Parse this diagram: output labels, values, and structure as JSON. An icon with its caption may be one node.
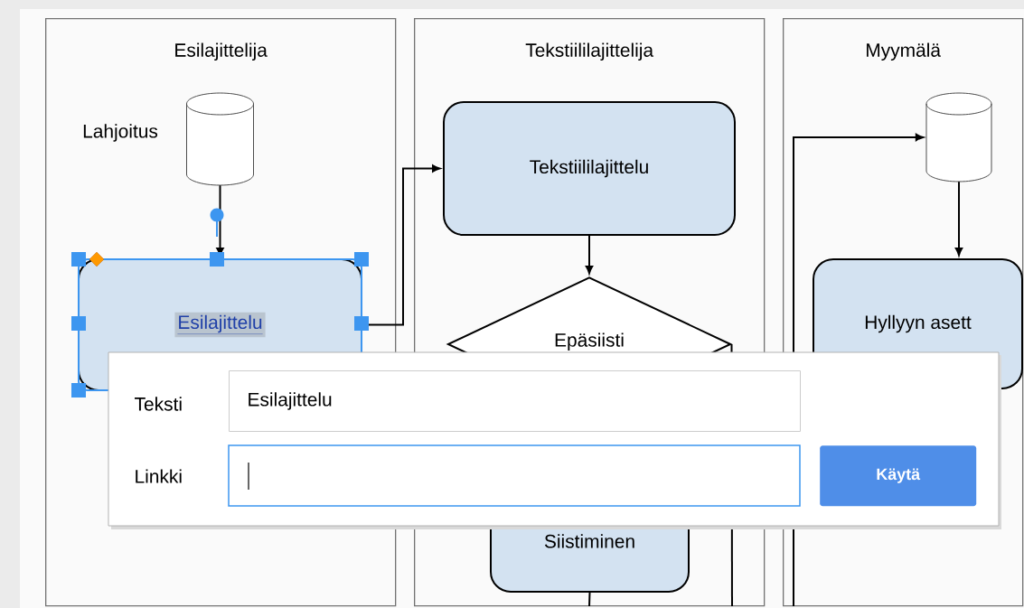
{
  "diagram": {
    "nodes": [
      {
        "text": [
          "Esilajittelija"
        ]
      },
      {
        "text": [
          "Tekstiililajittelija"
        ]
      },
      {
        "text": [
          "Myymälä"
        ]
      },
      {
        "text": [],
        "shape": "cylinder",
        "in": 0,
        "beside": [
          "Lahjoitus"
        ]
      },
      {
        "text": [
          "Esilajittelu"
        ],
        "in": 0
      },
      {
        "text": [
          "Tekstiililajittelu"
        ],
        "in": 1
      },
      {
        "text": [
          "Epäsiisti"
        ],
        "in": 1
      },
      {
        "text": [
          "Siistiminen"
        ],
        "in": 1
      },
      {
        "text": [],
        "shape": "cylinder",
        "in": 2
      },
      {
        "text": [
          "Hyllyyn asett"
        ],
        "in": 2
      }
    ],
    "edges": [
      {
        "from": 3,
        "to": 4,
        "arrow": "to"
      },
      {
        "from": 4,
        "to": 5,
        "arrow": "to"
      },
      {
        "from": 5,
        "to": 6,
        "arrow": "to"
      },
      {
        "from": 6,
        "to": null,
        "arrow": "none"
      },
      {
        "from": 7,
        "to": null,
        "arrow": "none"
      },
      {
        "from": null,
        "to": 8,
        "arrow": "to"
      },
      {
        "from": 8,
        "to": 9,
        "arrow": "to"
      }
    ],
    "labels": [
      "Teksti",
      "Esilajittelu",
      "Linkki",
      "Käytä"
    ]
  }
}
